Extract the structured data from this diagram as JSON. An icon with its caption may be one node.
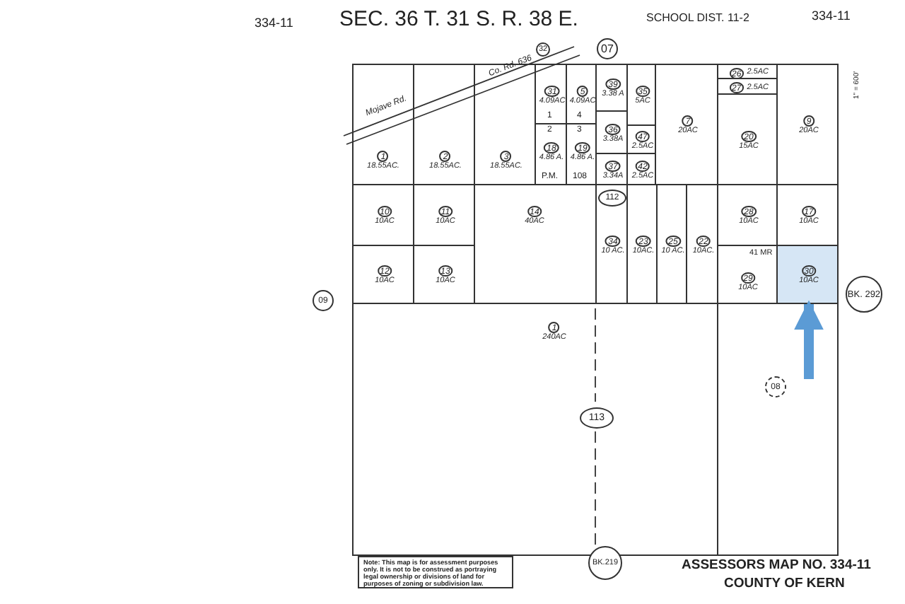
{
  "diagram": {
    "title": "SEC. 36 T. 31 S. R. 38 E.",
    "nodes": [
      {
        "text": [
          "07"
        ]
      },
      {
        "text": [
          "32"
        ]
      },
      {
        "text": [
          "31",
          "4.09AC"
        ]
      },
      {
        "text": [
          "5",
          "4.09AC"
        ]
      },
      {
        "text": [
          "39",
          "3.38 A"
        ]
      },
      {
        "text": [
          "35",
          "5AC"
        ]
      },
      {
        "text": [
          "7",
          "20AC"
        ]
      },
      {
        "text": [
          "26",
          "2.5AC"
        ]
      },
      {
        "text": [
          "27",
          "2.5AC"
        ]
      },
      {
        "text": [
          "9",
          "20AC"
        ]
      },
      {
        "text": [
          "1",
          "18.55AC."
        ]
      },
      {
        "text": [
          "2",
          "18.55AC."
        ]
      },
      {
        "text": [
          "3",
          "18.55AC."
        ]
      },
      {
        "text": [
          "18",
          "4.86 A."
        ]
      },
      {
        "text": [
          "19",
          "4.86 A."
        ]
      },
      {
        "text": [
          "36",
          "3.38A"
        ]
      },
      {
        "text": [
          "47",
          "2.5AC"
        ]
      },
      {
        "text": [
          "20",
          "15AC"
        ]
      },
      {
        "text": [
          "37",
          "3.34A"
        ]
      },
      {
        "text": [
          "42",
          "2.5AC"
        ]
      },
      {
        "text": [
          "112"
        ],
        "in": 24
      },
      {
        "text": [
          "10",
          "10AC"
        ]
      },
      {
        "text": [
          "11",
          "10AC"
        ]
      },
      {
        "text": [
          "14",
          "40AC"
        ]
      },
      {
        "text": [
          "34",
          "10 AC."
        ]
      },
      {
        "text": [
          "23",
          "10AC."
        ]
      },
      {
        "text": [
          "25",
          "10 AC."
        ]
      },
      {
        "text": [
          "22",
          "10AC."
        ]
      },
      {
        "text": [
          "28",
          "10AC"
        ]
      },
      {
        "text": [
          "17",
          "10AC"
        ]
      },
      {
        "text": [
          "12",
          "10AC"
        ]
      },
      {
        "text": [
          "13",
          "10AC"
        ]
      },
      {
        "text": [
          "29",
          "10AC"
        ]
      },
      {
        "text": [
          "30",
          "10AC"
        ]
      },
      {
        "text": [
          "09"
        ]
      },
      {
        "text": [
          "BK. 292"
        ]
      },
      {
        "text": [
          "1",
          "240AC"
        ]
      },
      {
        "text": [],
        "shape": "box"
      },
      {
        "text": [
          "08"
        ],
        "in": 37
      },
      {
        "text": [
          "113"
        ],
        "in": 36
      },
      {
        "text": [
          "Note: This map is for assessment purposes only. It is not to be construed as portraying legal ownership or divisions of land for purposes of zoning or subdivision law."
        ]
      },
      {
        "text": [
          "BK.219"
        ]
      }
    ],
    "edges": [
      {
        "from": null,
        "to": 33,
        "arrow": "to",
        "color": "#5b9bd5"
      }
    ],
    "labels": [
      "334-11",
      "SCHOOL DIST. 11-2",
      "334-11",
      "Mojave Rd.",
      "Co. Rd. 636",
      "1",
      "4",
      "2",
      "3",
      "P.M.",
      "108",
      "41 MR",
      "1\" = 600'",
      "ASSESSORS MAP NO. 334-11",
      "COUNTY OF KERN"
    ]
  }
}
